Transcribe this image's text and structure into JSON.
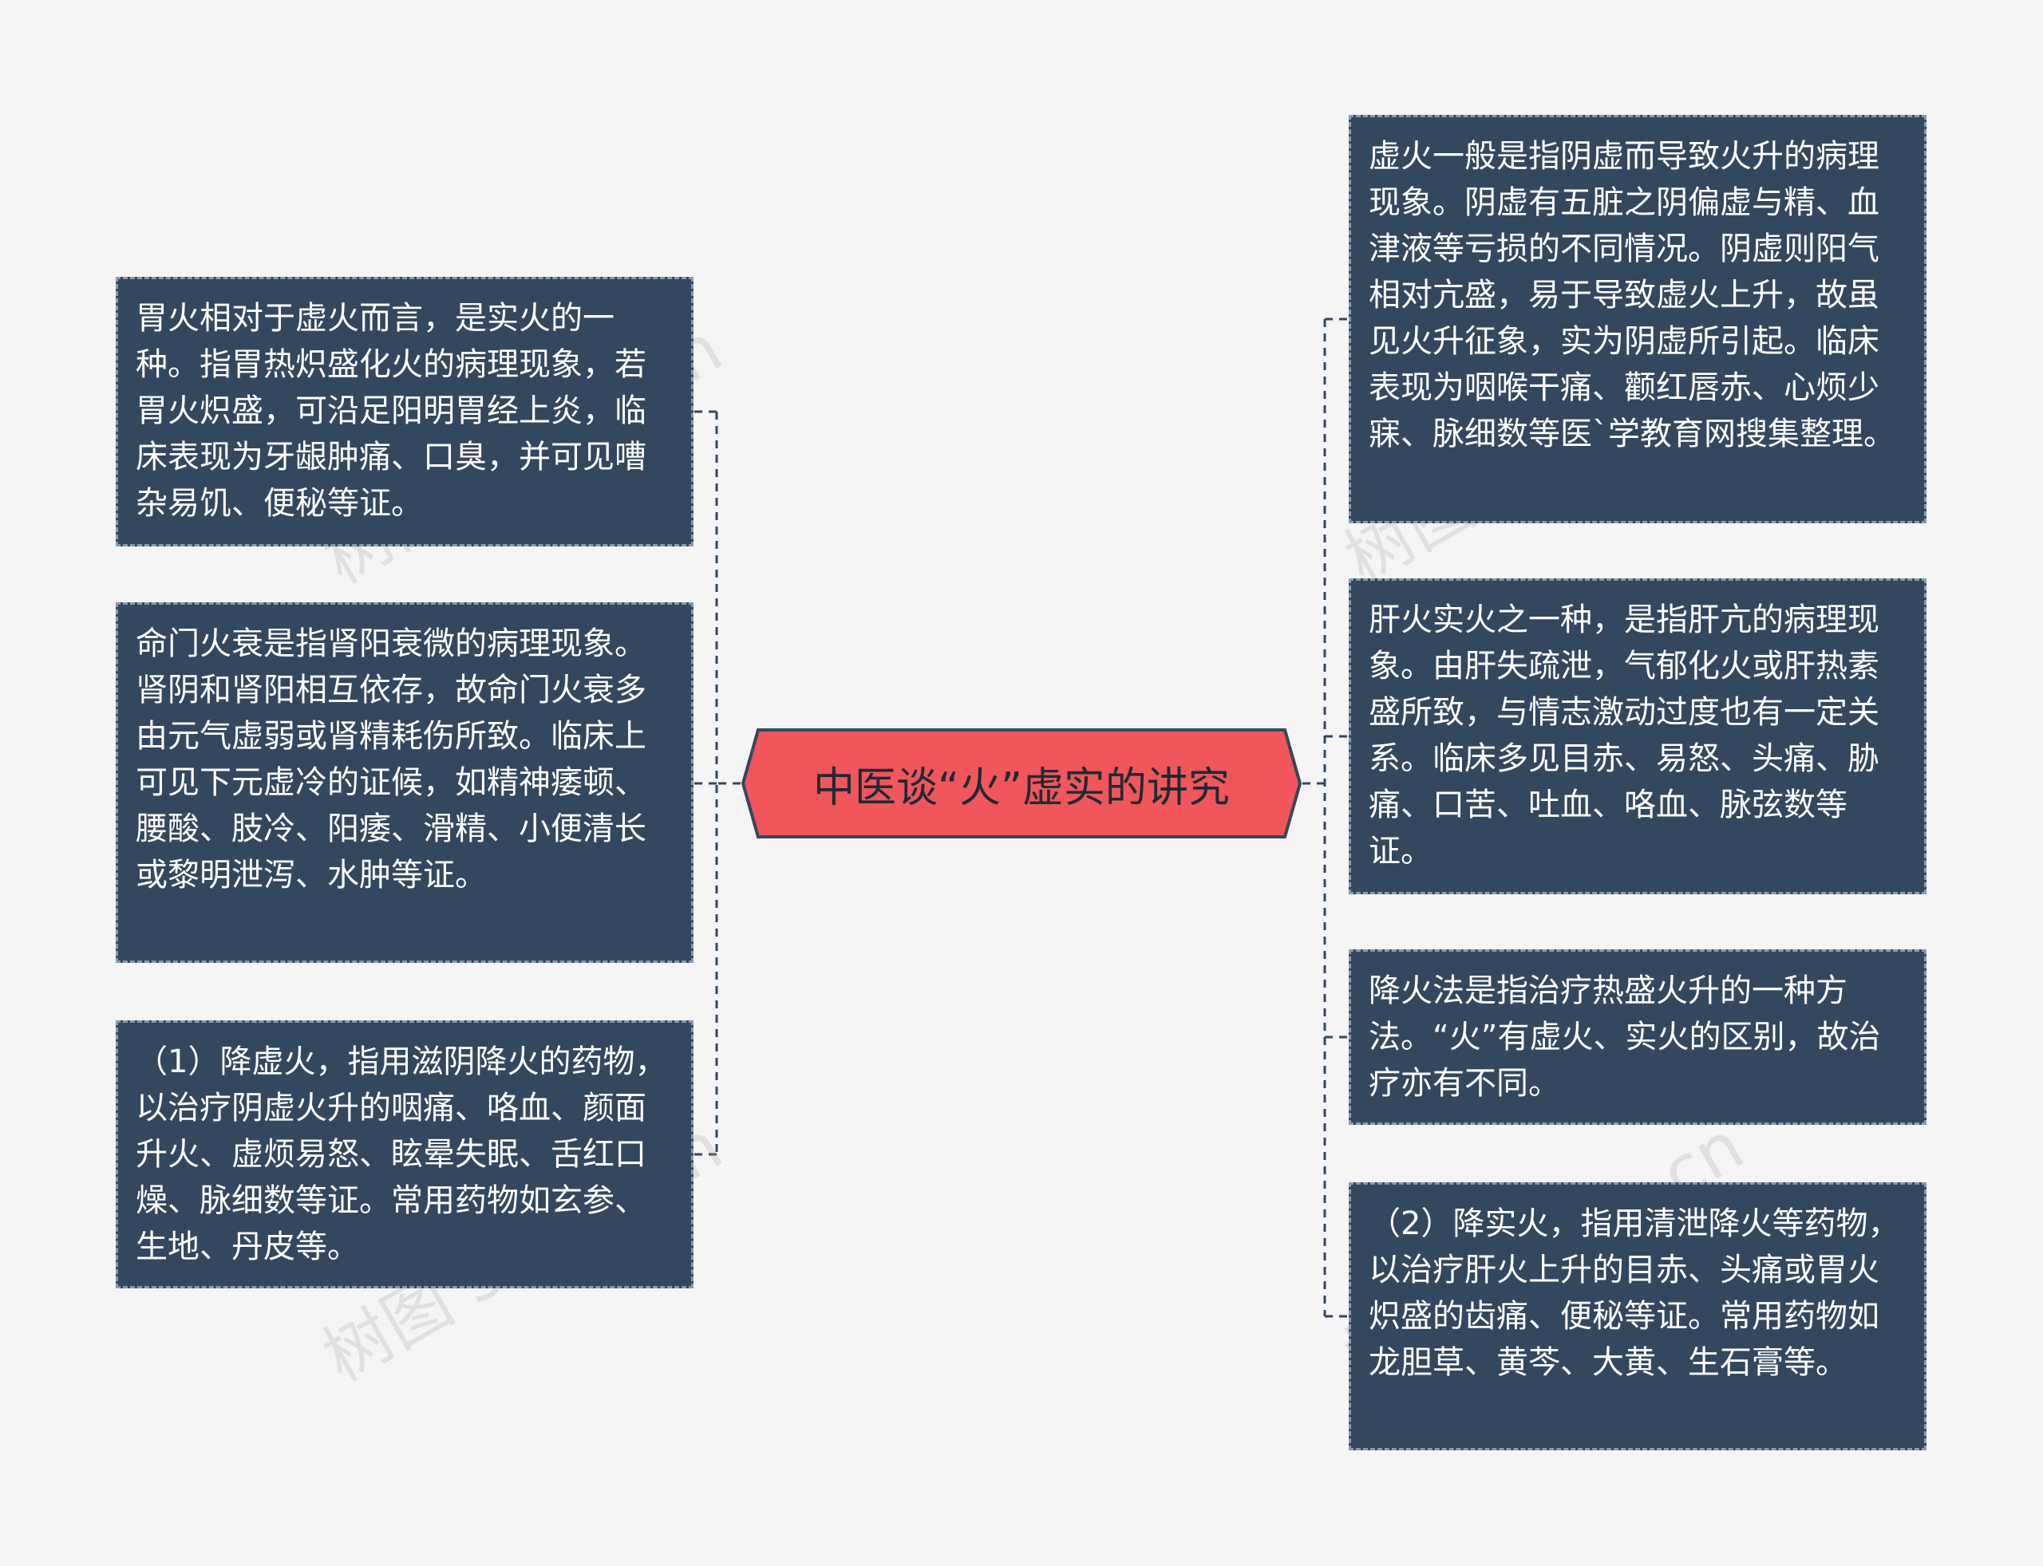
{
  "colors": {
    "background": "#f5f5f5",
    "node_fill": "#33475f",
    "node_border": "#8a9bb0",
    "center_fill": "#f0565a",
    "center_border": "#33475f",
    "connector": "#33475f"
  },
  "center": {
    "label": "中医谈“火”虚实的讲究"
  },
  "left_nodes": [
    {
      "text": "胃火相对于虚火而言，是实火的一种。指胃热炽盛化火的病理现象，若胃火炽盛，可沿足阳明胃经上炎，临床表现为牙龈肿痛、口臭，并可见嘈杂易饥、便秘等证。"
    },
    {
      "text": "命门火衰是指肾阳衰微的病理现象。肾阴和肾阳相互依存，故命门火衰多由元气虚弱或肾精耗伤所致。临床上可见下元虚冷的证候，如精神痿顿、腰酸、肢冷、阳痿、滑精、小便清长或黎明泄泻、水肿等证。"
    },
    {
      "text": "（1）降虚火，指用滋阴降火的药物，以治疗阴虚火升的咽痛、咯血、颜面升火、虚烦易怒、眩晕失眠、舌红口燥、脉细数等证。常用药物如玄参、生地、丹皮等。"
    }
  ],
  "right_nodes": [
    {
      "text": "虚火一般是指阴虚而导致火升的病理现象。阴虚有五脏之阴偏虚与精、血津液等亏损的不同情况。阴虚则阳气相对亢盛，易于导致虚火上升，故虽见火升征象，实为阴虚所引起。临床表现为咽喉干痛、颧红唇赤、心烦少寐、脉细数等医`学教育网搜集整理。"
    },
    {
      "text": "肝火实火之一种，是指肝亢的病理现象。由肝失疏泄，气郁化火或肝热素盛所致，与情志激动过度也有一定关系。临床多见目赤、易怒、头痛、胁痛、口苦、吐血、咯血、脉弦数等证。"
    },
    {
      "text": "降火法是指治疗热盛火升的一种方法。“火”有虚火、实火的区别，故治疗亦有不同。"
    },
    {
      "text": "（2）降实火，指用清泄降火等药物，以治疗肝火上升的目赤、头痛或胃火炽盛的齿痛、便秘等证。常用药物如龙胆草、黄芩、大黄、生石膏等。"
    }
  ],
  "watermark": {
    "text": "树图 shutu.cn"
  }
}
